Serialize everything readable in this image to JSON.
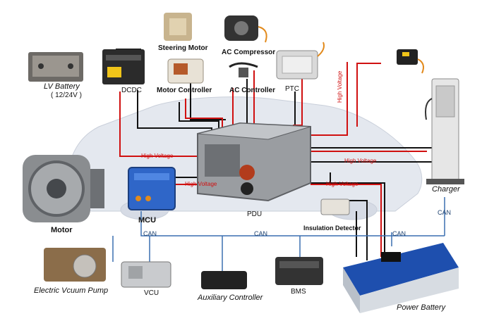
{
  "labels": {
    "lv_battery": "LV Battery",
    "lv_battery_spec": "( 12/24V )",
    "dcdc": "DCDC",
    "steering_motor": "Steering Motor",
    "ac_compressor": "AC Compressor",
    "motor_controller": "Motor Controller",
    "ac_controller": "AC Controller",
    "ptc": "PTC",
    "charger": "Charger",
    "motor": "Motor",
    "mcu": "MCU",
    "pdu": "PDU",
    "insulation_detector": "Insulation Detector",
    "electric_vacuum_pump": "Electric Vcuum Pump",
    "vcu": "VCU",
    "auxiliary_controller": "Auxiliary Controller",
    "bms": "BMS",
    "power_battery": "Power Battery"
  },
  "wire_labels": {
    "high_voltage": "High Voltage",
    "can": "CAN"
  },
  "colors": {
    "high_voltage": "#d01010",
    "low_voltage": "#111111",
    "can_bus": "#3a6fb0"
  }
}
